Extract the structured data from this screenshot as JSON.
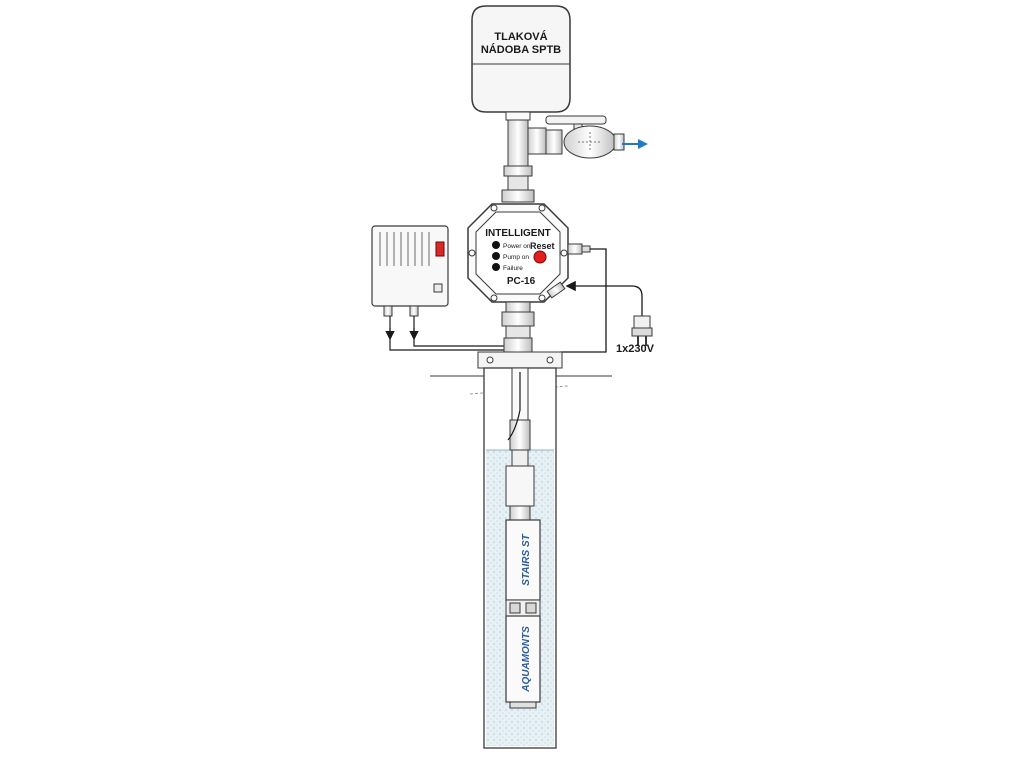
{
  "tank": {
    "line1": "TLAKOVÁ",
    "line2": "NÁDOBA SPTB"
  },
  "controller": {
    "brand": "INTELLIGENT",
    "model": "PC-16",
    "reset_label": "Reset",
    "indicators": [
      {
        "label": "Power on"
      },
      {
        "label": "Pump on"
      },
      {
        "label": "Failure"
      }
    ]
  },
  "power": {
    "label": "1x230V"
  },
  "pump": {
    "stage_label": "STAIRS ST",
    "motor_label": "AQUAMONTS"
  },
  "colors": {
    "line": "#3a3a3a",
    "water": "#d9e8ef",
    "arrow": "#1f78c8",
    "reset": "#e02020",
    "brand_text": "#2a5d9a"
  }
}
